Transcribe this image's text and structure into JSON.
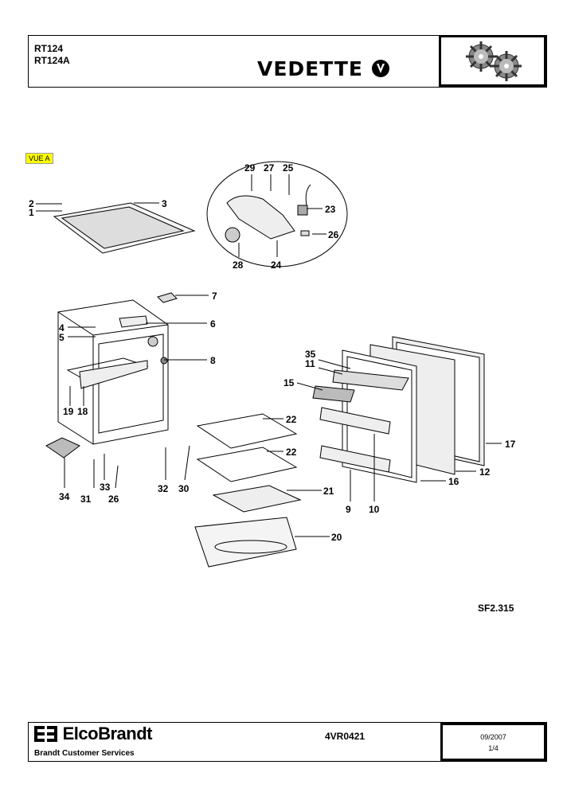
{
  "header": {
    "model_line1": "RT124",
    "model_line2": "RT124A",
    "brand": "VEDETTE",
    "logo_icon": "gear-pair-logo"
  },
  "view_tag": "VUE A",
  "sheet_ref": "SF2.315",
  "part_labels": [
    "1",
    "2",
    "3",
    "4",
    "5",
    "6",
    "7",
    "8",
    "9",
    "10",
    "11",
    "12",
    "15",
    "16",
    "17",
    "18",
    "19",
    "20",
    "21",
    "22",
    "23",
    "24",
    "25",
    "26",
    "27",
    "28",
    "29",
    "30",
    "31",
    "32",
    "33",
    "34",
    "35"
  ],
  "footer": {
    "company": "ElcoBrandt",
    "service": "Brandt Customer Services",
    "doc_number": "4VR0421",
    "date": "09/2007",
    "page": "1/4"
  },
  "colors": {
    "tag_highlight": "#ffff00",
    "line": "#000000"
  }
}
